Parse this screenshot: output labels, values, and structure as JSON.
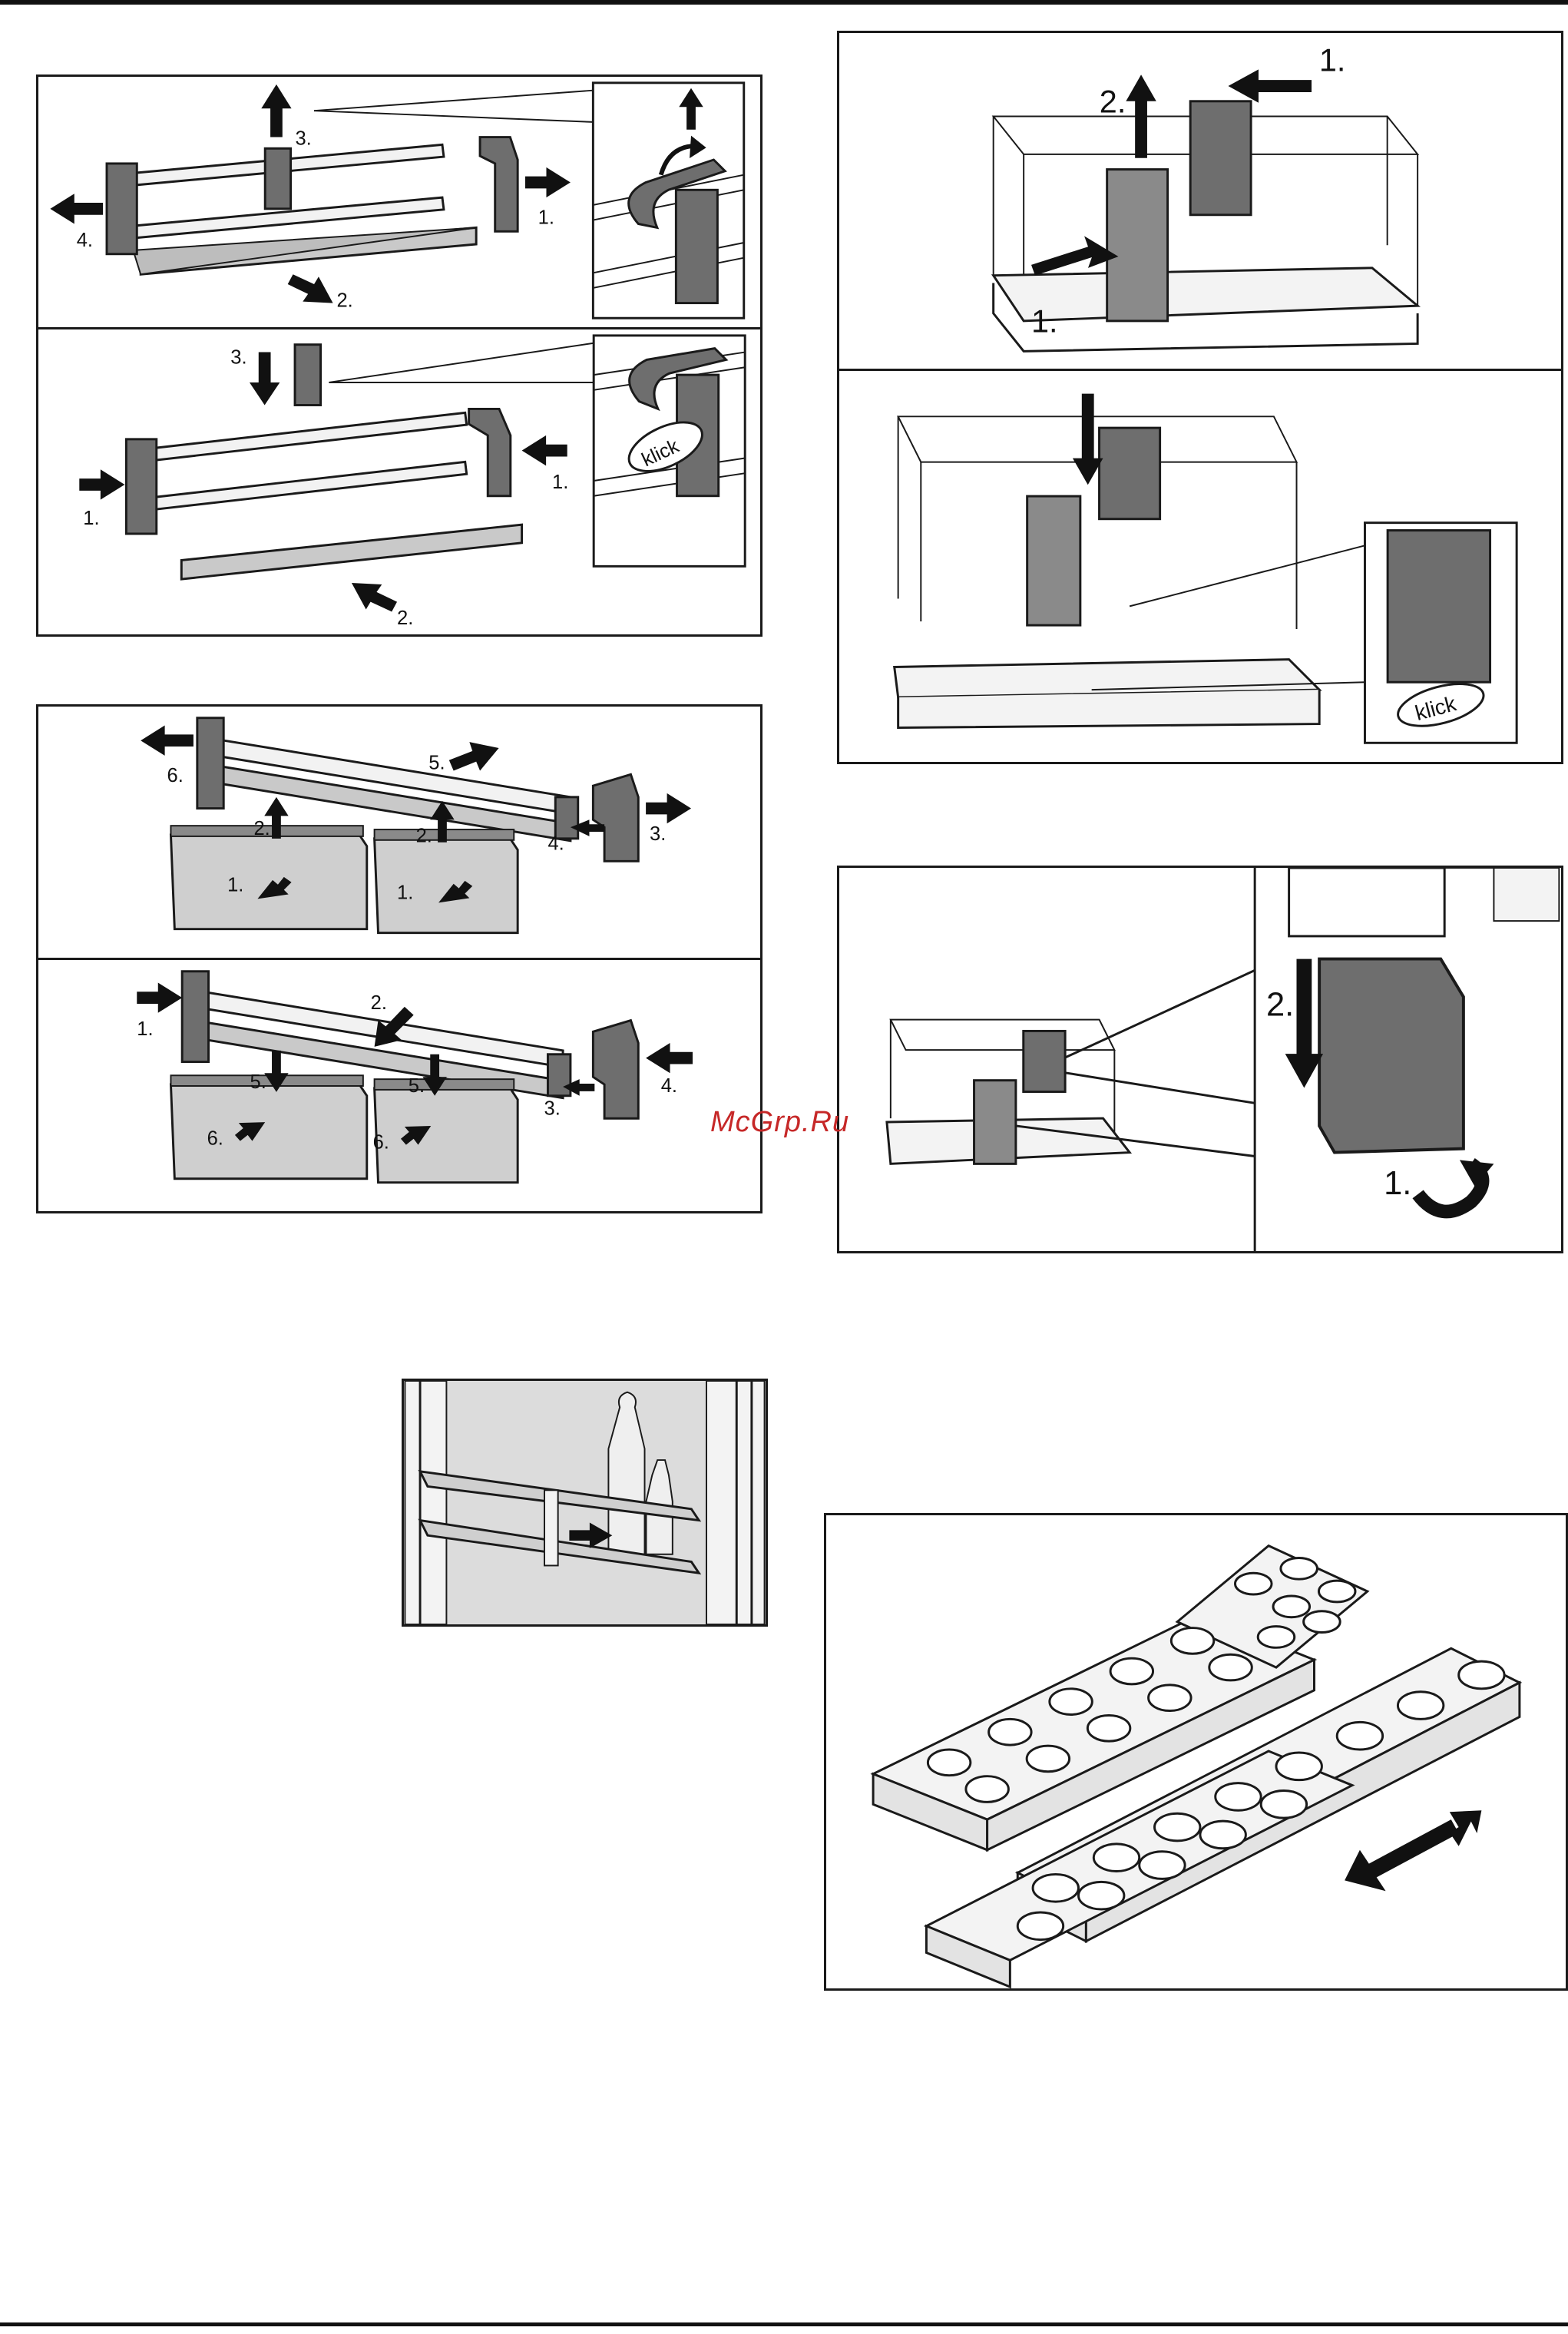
{
  "watermark": "McGrp.Ru",
  "panel_shelf_remove": {
    "steps": [
      "1.",
      "2.",
      "3.",
      "4."
    ]
  },
  "panel_shelf_install": {
    "steps": [
      "1.",
      "1.",
      "2.",
      "3."
    ],
    "klick": "klick"
  },
  "panel_drawer_remove": {
    "steps": [
      "1.",
      "1.",
      "2.",
      "2.",
      "3.",
      "4.",
      "5.",
      "6."
    ]
  },
  "panel_drawer_install": {
    "steps": [
      "1.",
      "2.",
      "3.",
      "4.",
      "5.",
      "5.",
      "6.",
      "6."
    ]
  },
  "panel_cover_remove": {
    "steps": [
      "1.",
      "1.",
      "2."
    ]
  },
  "panel_cover_install": {
    "klick": "klick"
  },
  "panel_flap": {
    "steps": [
      "1.",
      "2."
    ]
  },
  "colors": {
    "line": "#1a1a1a",
    "part": "#6e6e6e",
    "glass": "#c9c9c9",
    "drawer": "#cfcfcf",
    "watermark": "#c62828"
  }
}
